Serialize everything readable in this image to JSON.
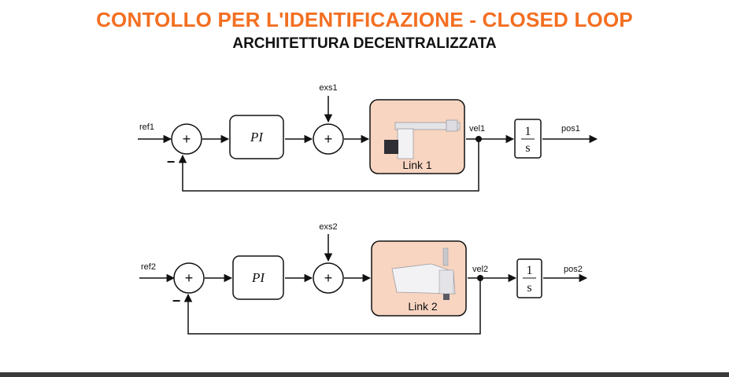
{
  "slide": {
    "title": "CONTOLLO PER L'IDENTIFICAZIONE - CLOSED LOOP",
    "subtitle": "ARCHITETTURA DECENTRALIZZATA"
  },
  "loop1": {
    "ref": "ref1",
    "exs": "exs1",
    "vel": "vel1",
    "pos": "pos1",
    "controller": "PI",
    "plant": "Link 1",
    "sum_sign": "+",
    "feedback_sign": "−",
    "integrator_num": "1",
    "integrator_den": "s"
  },
  "loop2": {
    "ref": "ref2",
    "exs": "exs2",
    "vel": "vel2",
    "pos": "pos2",
    "controller": "PI",
    "plant": "Link 2",
    "sum_sign": "+",
    "feedback_sign": "−",
    "integrator_num": "1",
    "integrator_den": "s"
  },
  "colors": {
    "title": "#f36f21",
    "plant_fill": "#f8d5c1"
  }
}
